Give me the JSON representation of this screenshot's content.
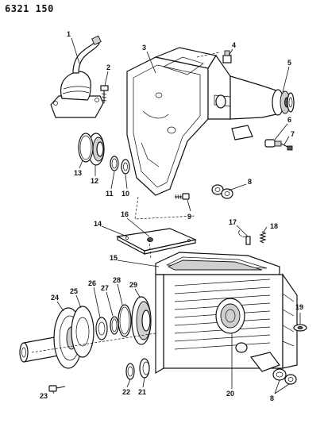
{
  "document_id": "6321 150",
  "callouts": [
    "1",
    "2",
    "3",
    "4",
    "5",
    "6",
    "7",
    "8",
    "9",
    "10",
    "11",
    "12",
    "13",
    "14",
    "15",
    "16",
    "17",
    "18",
    "19",
    "20",
    "21",
    "22",
    "23",
    "24",
    "25",
    "26",
    "27",
    "28",
    "29",
    "8"
  ]
}
